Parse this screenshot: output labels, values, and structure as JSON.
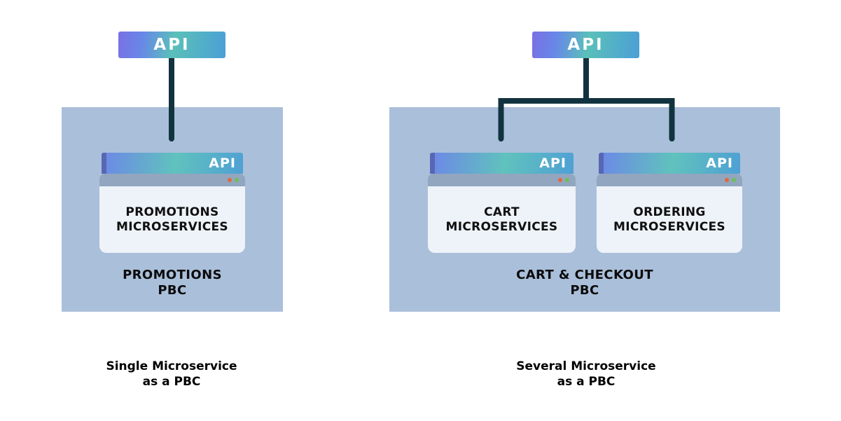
{
  "colors": {
    "pbc_bg": "#aabfda",
    "card_body": "#edf3f9",
    "chrome_bar": "#93a6bf",
    "dot_orange": "#e0693f",
    "dot_green": "#70bf57",
    "connector": "#11333f",
    "api_gradient_start": "#7a70e3",
    "api_gradient_mid": "#5ac0b9",
    "api_gradient_end": "#4b9fd6",
    "api_spine": "#5767b4",
    "text": "#0b0b0b"
  },
  "panels": [
    {
      "api_label": "API",
      "pbc_label_line1": "PROMOTIONS",
      "pbc_label_line2": "PBC",
      "cards": [
        {
          "api_label": "API",
          "title_line1": "PROMOTIONS",
          "title_line2": "MICROSERVICES"
        }
      ],
      "caption_line1": "Single Microservice",
      "caption_line2": "as a PBC"
    },
    {
      "api_label": "API",
      "pbc_label_line1": "CART & CHECKOUT",
      "pbc_label_line2": "PBC",
      "cards": [
        {
          "api_label": "API",
          "title_line1": "CART",
          "title_line2": "MICROSERVICES"
        },
        {
          "api_label": "API",
          "title_line1": "ORDERING",
          "title_line2": "MICROSERVICES"
        }
      ],
      "caption_line1": "Several Microservice",
      "caption_line2": "as a PBC"
    }
  ]
}
